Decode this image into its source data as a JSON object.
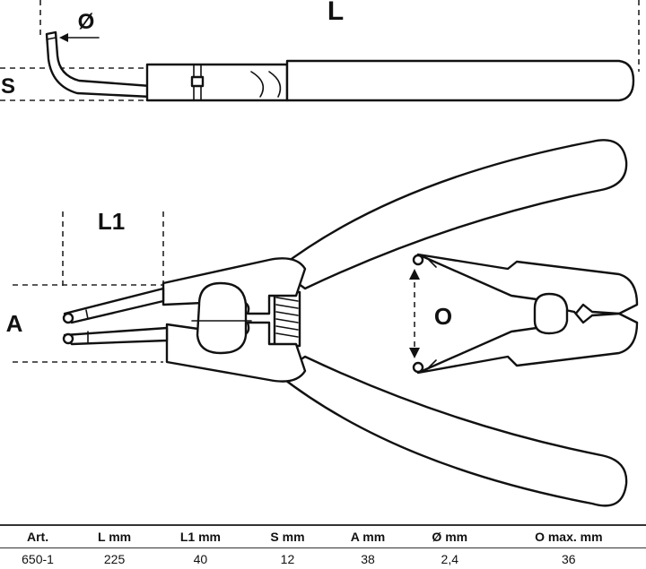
{
  "dimension_labels": {
    "diameter": "Ø",
    "length": "L",
    "shoulder": "S",
    "jaw_length": "L1",
    "width": "A",
    "opening": "O"
  },
  "spec_table": {
    "headers": [
      "Art.",
      "L   mm",
      "L1   mm",
      "S   mm",
      "A   mm",
      "Ø   mm",
      "O   max.  mm"
    ],
    "rows": [
      [
        "650-1",
        "225",
        "40",
        "12",
        "38",
        "2,4",
        "36"
      ]
    ]
  }
}
